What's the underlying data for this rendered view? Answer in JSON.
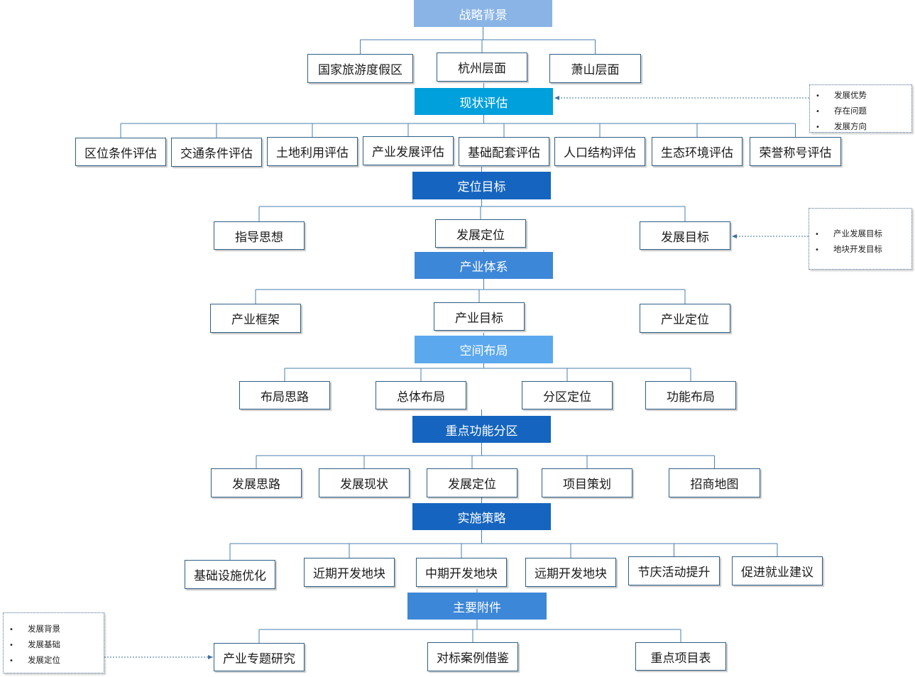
{
  "colors": {
    "line": "#4a7fb0",
    "box_border": "#2e5f86",
    "arrow": "#3d6f9e",
    "light_blue": "#8ab4e6",
    "cyan": "#00a0dc",
    "dark_blue": "#1565c0",
    "medium_blue": "#3d87d8",
    "sky_blue": "#5ba8ee"
  },
  "sections": [
    {
      "title": "战略背景",
      "color": "light_blue",
      "items": [
        "国家旅游度假区",
        "杭州层面",
        "萧山层面"
      ]
    },
    {
      "title": "现状评估",
      "color": "cyan",
      "items": [
        "区位条件评估",
        "交通条件评估",
        "土地利用评估",
        "产业发展评估",
        "基础配套评估",
        "人口结构评估",
        "生态环境评估",
        "荣誉称号评估"
      ]
    },
    {
      "title": "定位目标",
      "color": "dark_blue",
      "items": [
        "指导思想",
        "发展定位",
        "发展目标"
      ]
    },
    {
      "title": "产业体系",
      "color": "medium_blue",
      "items": [
        "产业框架",
        "产业目标",
        "产业定位"
      ]
    },
    {
      "title": "空间布局",
      "color": "sky_blue",
      "items": [
        "布局思路",
        "总体布局",
        "分区定位",
        "功能布局"
      ]
    },
    {
      "title": "重点功能分区",
      "color": "dark_blue",
      "items": [
        "发展思路",
        "发展现状",
        "发展定位",
        "项目策划",
        "招商地图"
      ]
    },
    {
      "title": "实施策略",
      "color": "dark_blue",
      "items": [
        "基础设施优化",
        "近期开发地块",
        "中期开发地块",
        "远期开发地块",
        "节庆活动提升",
        "促进就业建议"
      ]
    },
    {
      "title": "主要附件",
      "color": "medium_blue",
      "items": [
        "产业专题研究",
        "对标案例借鉴",
        "重点项目表"
      ]
    }
  ],
  "notes": [
    {
      "bullet": "•",
      "items": [
        "发展优势",
        "存在问题",
        "发展方向"
      ]
    },
    {
      "bullet": "•",
      "items": [
        "产业发展目标",
        "地块开发目标"
      ]
    },
    {
      "bullet": "•",
      "items": [
        "发展背景",
        "发展基础",
        "发展定位"
      ]
    }
  ]
}
